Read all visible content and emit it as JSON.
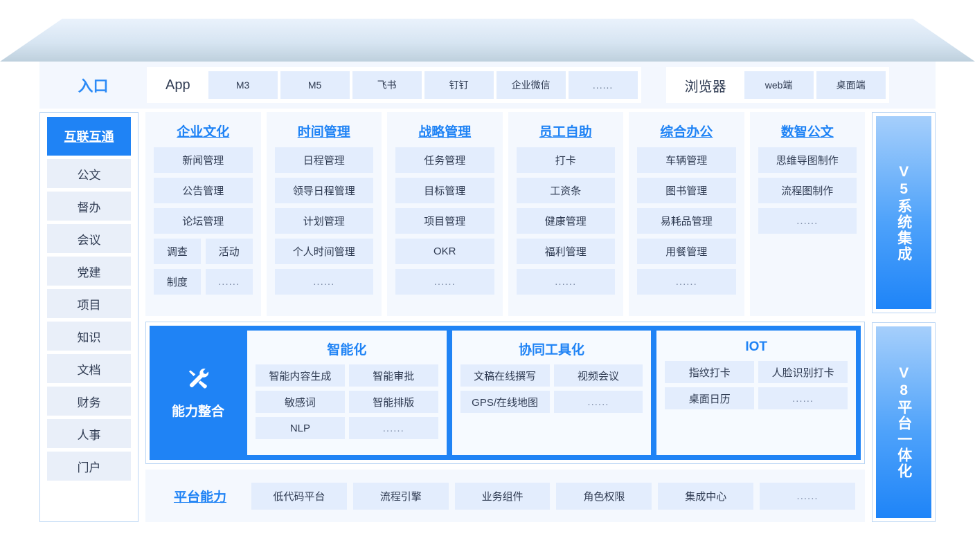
{
  "entry": {
    "title": "入口",
    "groups": [
      {
        "label": "App",
        "chips": [
          "M3",
          "M5",
          "飞书",
          "钉钉",
          "企业微信",
          "......"
        ]
      },
      {
        "label": "浏览器",
        "chips": [
          "web端",
          "桌面端"
        ]
      }
    ]
  },
  "sidebar": {
    "items": [
      {
        "label": "互联互通",
        "active": true
      },
      {
        "label": "公文",
        "active": false
      },
      {
        "label": "督办",
        "active": false
      },
      {
        "label": "会议",
        "active": false
      },
      {
        "label": "党建",
        "active": false
      },
      {
        "label": "项目",
        "active": false
      },
      {
        "label": "知识",
        "active": false
      },
      {
        "label": "文档",
        "active": false
      },
      {
        "label": "财务",
        "active": false
      },
      {
        "label": "人事",
        "active": false
      },
      {
        "label": "门户",
        "active": false
      }
    ]
  },
  "modules": [
    {
      "title": "企业文化",
      "rows": [
        [
          "新闻管理"
        ],
        [
          "公告管理"
        ],
        [
          "论坛管理"
        ],
        [
          "调查",
          "活动"
        ],
        [
          "制度",
          "......"
        ]
      ]
    },
    {
      "title": "时间管理",
      "rows": [
        [
          "日程管理"
        ],
        [
          "领导日程管理"
        ],
        [
          "计划管理"
        ],
        [
          "个人时间管理"
        ],
        [
          "......"
        ]
      ]
    },
    {
      "title": "战略管理",
      "rows": [
        [
          "任务管理"
        ],
        [
          "目标管理"
        ],
        [
          "项目管理"
        ],
        [
          "OKR"
        ],
        [
          "......"
        ]
      ]
    },
    {
      "title": "员工自助",
      "rows": [
        [
          "打卡"
        ],
        [
          "工资条"
        ],
        [
          "健康管理"
        ],
        [
          "福利管理"
        ],
        [
          "......"
        ]
      ]
    },
    {
      "title": "综合办公",
      "rows": [
        [
          "车辆管理"
        ],
        [
          "图书管理"
        ],
        [
          "易耗品管理"
        ],
        [
          "用餐管理"
        ],
        [
          "......"
        ]
      ]
    },
    {
      "title": "数智公文",
      "rows": [
        [
          "思维导图制作"
        ],
        [
          "流程图制作"
        ],
        [
          "......"
        ]
      ]
    }
  ],
  "capability": {
    "icon": "tools-icon",
    "label": "能力整合",
    "panels": [
      {
        "title": "智能化",
        "rows": [
          [
            "智能内容生成",
            "智能审批"
          ],
          [
            "敏感词",
            "智能排版"
          ],
          [
            "NLP",
            "......"
          ]
        ]
      },
      {
        "title": "协同工具化",
        "rows": [
          [
            "文稿在线撰写",
            "视频会议"
          ],
          [
            "GPS/在线地图",
            "......"
          ]
        ]
      },
      {
        "title": "IOT",
        "rows": [
          [
            "指纹打卡",
            "人脸识别打卡"
          ],
          [
            "桌面日历",
            "......"
          ]
        ]
      }
    ]
  },
  "platform": {
    "title": "平台能力",
    "items": [
      "低代码平台",
      "流程引擎",
      "业务组件",
      "角色权限",
      "集成中心",
      "......"
    ]
  },
  "rails": [
    {
      "text": "V5系统集成"
    },
    {
      "text": "V8平台一体化"
    }
  ],
  "colors": {
    "accent": "#1f83f5",
    "chip_bg": "#e3edfd",
    "card_bg": "#f4f8fe",
    "border": "#b9d5f4"
  }
}
